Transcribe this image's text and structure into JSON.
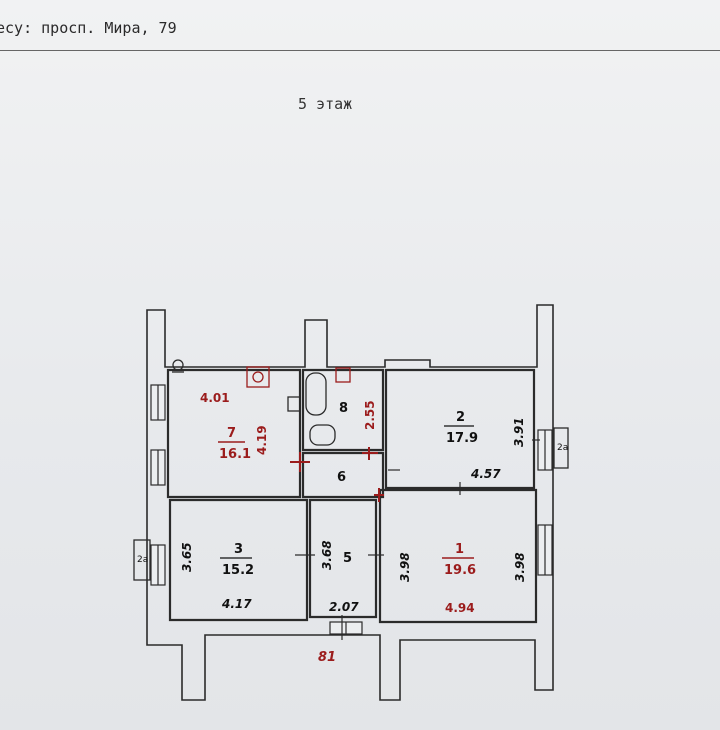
{
  "document": {
    "header_title": "",
    "address": "есу: просп. Мира, 79",
    "floor_label": "5 этаж"
  },
  "plan": {
    "rooms": [
      {
        "id": "7",
        "number": "7",
        "area": "16.1",
        "width": "4.01",
        "length": "4.19",
        "color": "#9b1c1c"
      },
      {
        "id": "8",
        "number": "8",
        "length": "2.55",
        "color": "#111111",
        "dim_color": "#9b1c1c"
      },
      {
        "id": "2",
        "number": "2",
        "area": "17.9",
        "width": "4.57",
        "length": "3.91",
        "color": "#111111"
      },
      {
        "id": "6",
        "number": "6",
        "color": "#111111"
      },
      {
        "id": "3",
        "number": "3",
        "area": "15.2",
        "width": "4.17",
        "length": "3.65",
        "color": "#111111"
      },
      {
        "id": "5",
        "number": "5",
        "width": "2.07",
        "length": "3.68",
        "color": "#111111"
      },
      {
        "id": "1",
        "number": "1",
        "area": "19.6",
        "width": "4.94",
        "length": "3.98",
        "length2": "3.98",
        "color": "#9b1c1c"
      }
    ],
    "entrance_number": "81",
    "balcony_labels": [
      "2а",
      "2а"
    ]
  },
  "colors": {
    "wall": "#2b2b2b",
    "red_accent": "#9b1c1c",
    "paper": "#eceef0"
  }
}
